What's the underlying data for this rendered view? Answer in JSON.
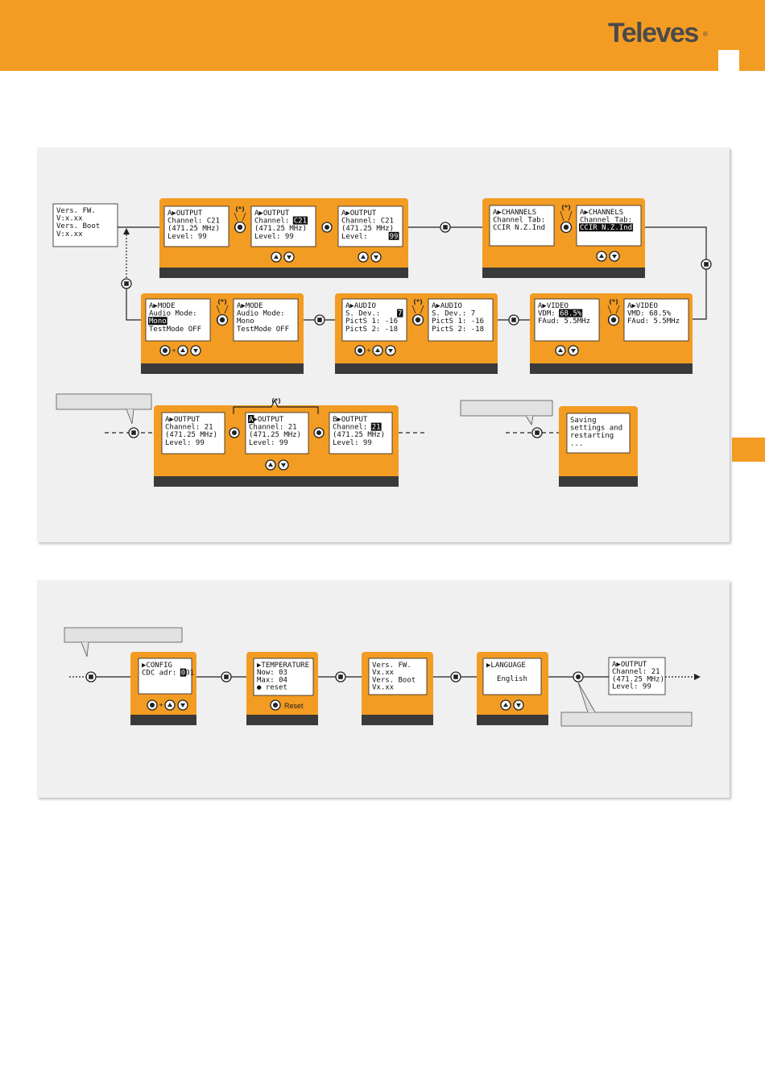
{
  "header": {
    "brand": "Televes",
    "brand_mark": "®",
    "color": "#f39c23"
  },
  "diagram": {
    "version_screen": [
      "Vers. FW.",
      "V:x.xx",
      "Vers. Boot",
      "V:x.xx"
    ],
    "output_group": {
      "screens": [
        {
          "lines": [
            "A▶OUTPUT",
            "Channel: C21",
            "(471.25 MHz)",
            "Level:     99"
          ]
        },
        {
          "lines": [
            "A▶OUTPUT",
            "Channel: C21",
            "(471.25 MHz)",
            "Level:     99"
          ],
          "highlight": "C21"
        },
        {
          "lines": [
            "A▶OUTPUT",
            "Channel: C21",
            "(471.25 MHz)",
            "Level:     99"
          ],
          "highlight": "99"
        }
      ]
    },
    "channels_group": {
      "screens": [
        {
          "lines": [
            "A▶CHANNELS",
            "Channel Tab:",
            "CCIR N.Z.Ind"
          ]
        },
        {
          "lines": [
            "A▶CHANNELS",
            "Channel Tab:",
            "CCIR N.Z.Ind"
          ],
          "highlight": "CCIR N.Z.Ind"
        }
      ]
    },
    "mode_group": {
      "screens": [
        {
          "lines": [
            "A▶MODE",
            "Audio Mode:",
            "Mono",
            "TestMode OFF"
          ],
          "highlight": "Mono"
        },
        {
          "lines": [
            "A▶MODE",
            "Audio Mode:",
            "Mono",
            "TestMode OFF"
          ]
        }
      ]
    },
    "audio_group": {
      "screens": [
        {
          "lines": [
            "A▶AUDIO",
            "S. Dev.:    7",
            "PictS 1: -16",
            "PictS 2: -18"
          ],
          "highlight": "7"
        },
        {
          "lines": [
            "A▶AUDIO",
            "S. Dev.:    7",
            "PictS 1: -16",
            "PictS 2: -18"
          ]
        }
      ]
    },
    "video_group": {
      "screens": [
        {
          "lines": [
            "A▶VIDEO",
            "VDM: 68.5%",
            "FAud: 5.5MHz"
          ],
          "highlight": "68.5%"
        },
        {
          "lines": [
            "A▶VIDEO",
            "VMD: 68.5%",
            "FAud: 5.5MHz"
          ]
        }
      ]
    },
    "output_ab_group": {
      "brace_label": "(*)",
      "screens": [
        {
          "lines": [
            "A▶OUTPUT",
            "Channel: 21",
            "(471.25 MHz)",
            "Level: 99"
          ]
        },
        {
          "lines": [
            "A▶OUTPUT",
            "Channel: 21",
            "(471.25 MHz)",
            "Level: 99"
          ],
          "highlight": "A"
        },
        {
          "lines": [
            "B▶OUTPUT",
            "Channel: 21",
            "(471.25 MHz)",
            "Level: 99"
          ],
          "highlight": "21"
        }
      ]
    },
    "saving_screen": [
      "Saving",
      "settings and",
      "restarting",
      "..."
    ],
    "config_screen": [
      "▶CONFIG",
      "CDC adr: 001"
    ],
    "config_highlight": "0",
    "temperature_screen": [
      "▶TEMPERATURE",
      "Now:   03",
      "Max:   04",
      "  ● reset"
    ],
    "temperature_button": "Reset",
    "version_screen_2": [
      "Vers. FW.",
      "Vx.xx",
      "Vers. Boot",
      "Vx.xx"
    ],
    "language_screen": [
      "▶LANGUAGE",
      "English"
    ],
    "output_screen_2": [
      "A▶OUTPUT",
      "Channel: 21",
      "(471.25 MHz)",
      "Level: 99"
    ],
    "star_label": "(*)",
    "plus_label": "+"
  }
}
